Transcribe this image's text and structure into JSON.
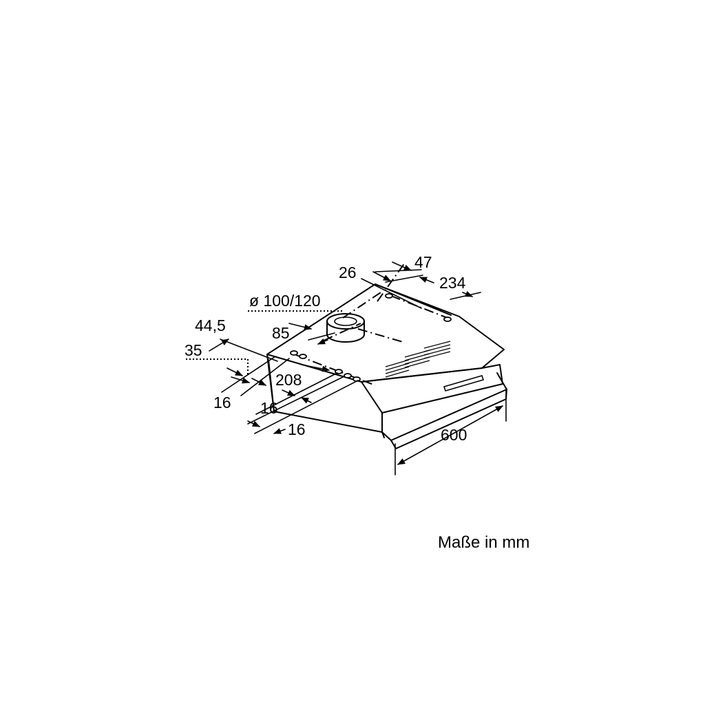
{
  "diagram": {
    "labels": {
      "d26": "26",
      "d47": "47",
      "d234": "234",
      "duct": "ø 100/120",
      "d44_5": "44,5",
      "d85": "85",
      "d35": "35",
      "d208": "208",
      "d16a": "16",
      "d16b": "16",
      "d16c": "16",
      "d600": "600"
    },
    "caption": "Maße in mm"
  }
}
